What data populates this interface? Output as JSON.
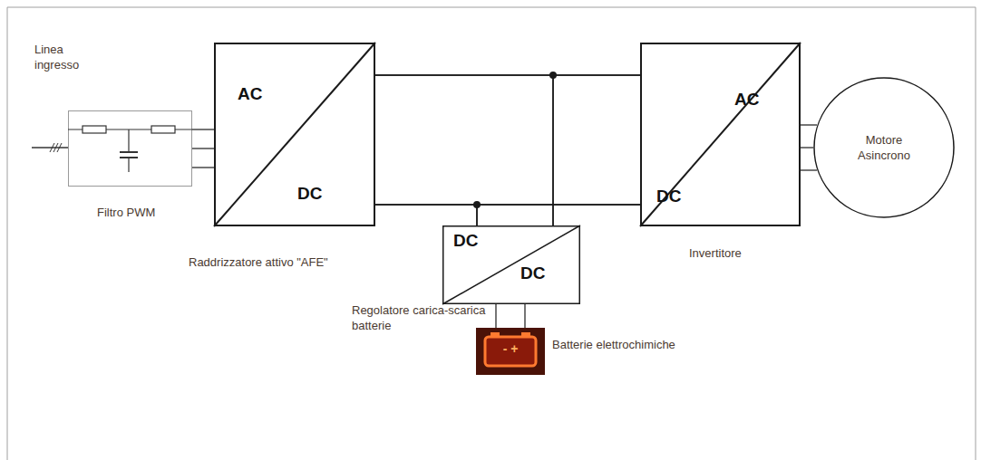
{
  "diagram": {
    "nodes": [
      {
        "text": [
          "Filtro PWM"
        ]
      },
      {
        "text": [
          "AC",
          "DC",
          "Raddrizzatore attivo \"AFE\""
        ]
      },
      {
        "text": [
          "AC",
          "DC",
          "Invertitore"
        ]
      },
      {
        "text": [
          "DC",
          "DC",
          "Regolatore carica-scarica batterie"
        ]
      },
      {
        "text": [
          "- +",
          "Batterie elettrochimiche"
        ]
      },
      {
        "text": [
          "Motore Asincrono"
        ]
      }
    ],
    "edges": [
      {
        "from": 0,
        "to": 1,
        "arrow": "none"
      },
      {
        "from": 1,
        "to": 2,
        "arrow": "none"
      },
      {
        "from": 1,
        "to": 3,
        "arrow": "none"
      },
      {
        "from": 3,
        "to": 2,
        "arrow": "none"
      },
      {
        "from": 3,
        "to": 4,
        "arrow": "none"
      },
      {
        "from": 2,
        "to": 5,
        "arrow": "none"
      }
    ],
    "labels": [
      "Linea ingresso"
    ]
  }
}
